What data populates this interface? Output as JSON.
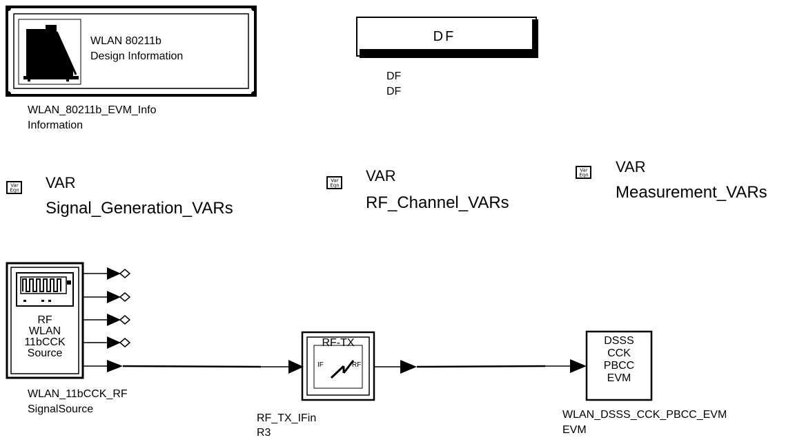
{
  "info_block": {
    "title_line1": "WLAN 80211b",
    "title_line2": "Design Information",
    "instance_name": "WLAN_80211b_EVM_Info",
    "component_name": "Information",
    "icon": "design-info-icon"
  },
  "df_block": {
    "box_label": "DF",
    "instance_name": "DF",
    "component_name": "DF"
  },
  "var_blocks": [
    {
      "type": "VAR",
      "name": "Signal_Generation_VARs",
      "icon": "var-eqn-icon",
      "icon_text_top": "Var",
      "icon_text_bottom": "Eqn"
    },
    {
      "type": "VAR",
      "name": "RF_Channel_VARs",
      "icon": "var-eqn-icon",
      "icon_text_top": "Var",
      "icon_text_bottom": "Eqn"
    },
    {
      "type": "VAR",
      "name": "Measurement_VARs",
      "icon": "var-eqn-icon",
      "icon_text_top": "Var",
      "icon_text_bottom": "Eqn"
    }
  ],
  "source_block": {
    "label_lines": [
      "RF",
      "WLAN",
      "11bCCK",
      "Source"
    ],
    "instance_name": "WLAN_11bCCK_RF",
    "component_name": "SignalSource",
    "icon": "signal-generator-icon"
  },
  "tx_block": {
    "title": "RF-TX",
    "port_in": "IF",
    "port_out": "RF",
    "instance_name": "RF_TX_IFin",
    "component_name": "R3",
    "icon": "lightning-icon"
  },
  "evm_block": {
    "label_lines": [
      "DSSS",
      "CCK",
      "PBCC",
      "EVM"
    ],
    "instance_name": "WLAN_DSSS_CCK_PBCC_EVM",
    "component_name": "EVM"
  },
  "colors": {
    "line": "#000000",
    "background": "#ffffff"
  }
}
